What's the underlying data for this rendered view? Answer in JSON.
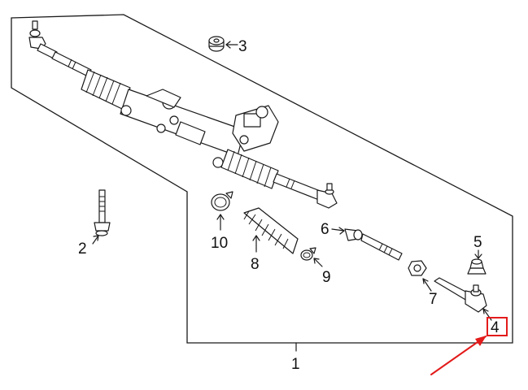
{
  "diagram": {
    "callouts": [
      {
        "id": "1",
        "label": "1"
      },
      {
        "id": "2",
        "label": "2"
      },
      {
        "id": "3",
        "label": "3"
      },
      {
        "id": "4",
        "label": "4"
      },
      {
        "id": "5",
        "label": "5"
      },
      {
        "id": "6",
        "label": "6"
      },
      {
        "id": "7",
        "label": "7"
      },
      {
        "id": "8",
        "label": "8"
      },
      {
        "id": "9",
        "label": "9"
      },
      {
        "id": "10",
        "label": "10"
      }
    ],
    "highlight": {
      "target": "4",
      "color": "#e31b1b"
    }
  }
}
